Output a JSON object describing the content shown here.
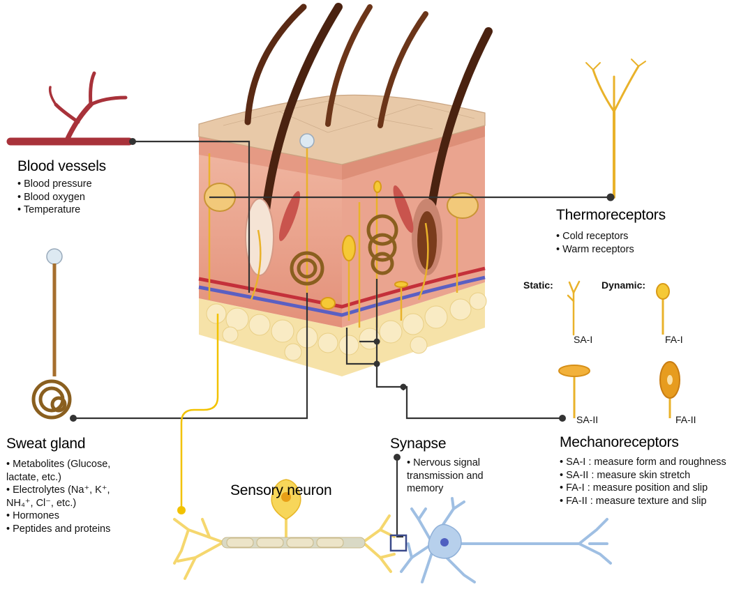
{
  "blood_vessels": {
    "title": "Blood vessels",
    "items": [
      "• Blood pressure",
      "• Blood oxygen",
      "• Temperature"
    ]
  },
  "thermoreceptors": {
    "title": "Thermoreceptors",
    "items": [
      "• Cold receptors",
      "• Warm receptors"
    ]
  },
  "receptor_types": {
    "static_label": "Static:",
    "dynamic_label": "Dynamic:",
    "sa1": "SA-I",
    "fa1": "FA-I",
    "sa2": "SA-II",
    "fa2": "FA-II"
  },
  "mechanoreceptors": {
    "title": "Mechanoreceptors",
    "items": [
      "• SA-I : measure form and roughness",
      "• SA-II  : measure skin stretch",
      "• FA-I :  measure position and slip",
      "• FA-II :  measure texture and slip"
    ]
  },
  "sweat_gland": {
    "title": "Sweat gland",
    "items": [
      "• Metabolites (Glucose,",
      "lactate, etc.)",
      "• Electrolytes (Na⁺, K⁺,",
      "NH₄⁺, Cl⁻, etc.)",
      "• Hormones",
      "• Peptides and proteins"
    ]
  },
  "synapse": {
    "title": "Synapse",
    "items": [
      "• Nervous signal",
      "transmission and",
      "memory"
    ]
  },
  "sensory_neuron": {
    "title": "Sensory neuron"
  },
  "colors": {
    "blood_vessel": "#a8323a",
    "hair": "#5a2a14",
    "skin_top": "#e8c9a8",
    "dermis": "#e9a38e",
    "fat": "#f3dfa4",
    "nerve_yellow": "#f2c12e",
    "gland_brown": "#b7853e",
    "neuron_yellow": "#f7e08a",
    "neuron_blue": "#9fbfe3",
    "connector": "#333333",
    "connector_yellow": "#f2c200"
  }
}
